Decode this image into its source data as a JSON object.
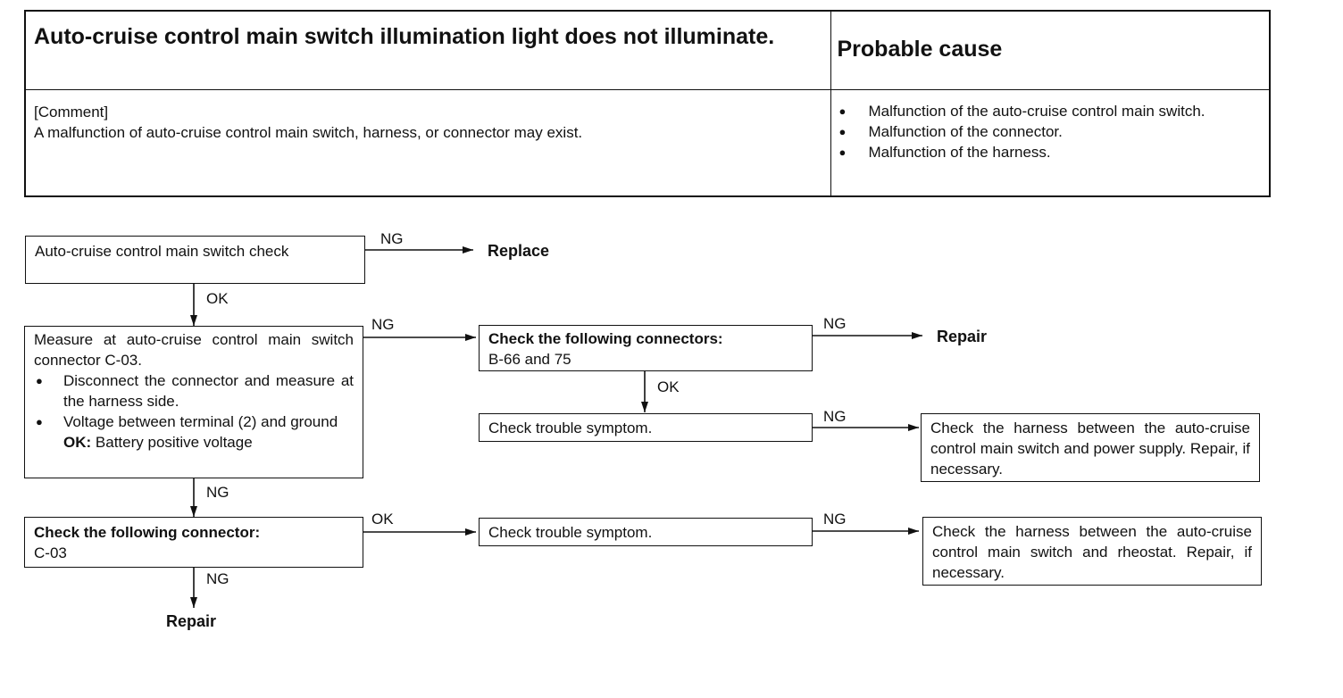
{
  "table": {
    "symptom_title": "Auto-cruise control main switch illumination light does not illuminate.",
    "cause_header": "Probable cause",
    "comment_label": "[Comment]",
    "comment_text": "A malfunction of auto-cruise control main switch, harness, or connector may exist.",
    "causes": [
      "Malfunction of the auto-cruise control main switch.",
      "Malfunction of the connector.",
      "Malfunction of the harness."
    ]
  },
  "flow": {
    "step1": "Auto-cruise control main switch check",
    "step1_ng": "NG",
    "step1_ng_result": "Replace",
    "step1_ok": "OK",
    "step2_title": "Measure at auto-cruise control main switch connector C-03.",
    "step2_items": [
      "Disconnect the connector and measure at the harness side.",
      "Voltage between terminal (2) and ground"
    ],
    "step2_ok_label": "OK:",
    "step2_ok_value": "Battery positive voltage",
    "step2_ng_right": "NG",
    "step2_ng_down": "NG",
    "step3_title": "Check the following connectors:",
    "step3_value": "B-66 and 75",
    "step3_ng": "NG",
    "step3_ng_result": "Repair",
    "step3_ok": "OK",
    "step4": "Check trouble symptom.",
    "step4_ng": "NG",
    "step4_result": "Check the harness between the auto-cruise control main switch and power supply. Repair, if necessary.",
    "step5_title": "Check the following connector:",
    "step5_value": "C-03",
    "step5_ok": "OK",
    "step5_ng": "NG",
    "step5_ng_result": "Repair",
    "step6": "Check trouble symptom.",
    "step6_ng": "NG",
    "step6_result": "Check the harness between the auto-cruise control main switch and rheostat. Repair, if necessary."
  }
}
